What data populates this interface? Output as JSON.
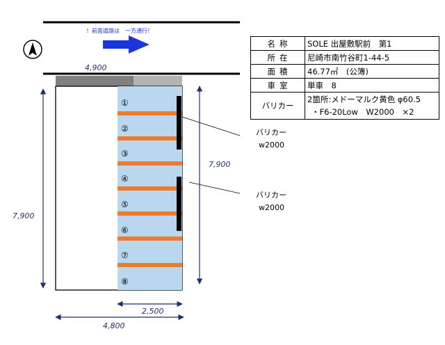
{
  "road": {
    "notice": "！前面道路は　一方通行！",
    "arrow_color": "#1a35d8"
  },
  "compass": {
    "symbol": "N-arrow"
  },
  "property_table": {
    "rows": [
      {
        "label": "名称",
        "value": "SOLE 出屋敷駅前　第1"
      },
      {
        "label": "所在",
        "value": "尼崎市南竹谷町1-44-5"
      },
      {
        "label": "面積",
        "value": "46.77㎡　(公簿)"
      },
      {
        "label": "車室",
        "value": "単車　8"
      }
    ],
    "barricade": {
      "label": "バリカー",
      "line1": "2箇所:メドーマルク黄色 φ60.5",
      "line2": "・F6-20Low　W2000　×2"
    }
  },
  "dimensions": {
    "top_width": "4,900",
    "left_height": "7,900",
    "right_height": "7,900",
    "stall_width": "2,500",
    "bottom_width": "4,800"
  },
  "stalls": [
    "①",
    "②",
    "③",
    "④",
    "⑤",
    "⑥",
    "⑦",
    "⑧"
  ],
  "callouts": [
    {
      "title": "バリカー",
      "width": "w2000"
    },
    {
      "title": "バリカー",
      "width": "w2000"
    }
  ],
  "colors": {
    "parking_area": "#b9d7ee",
    "stall_line": "#ee7b2f",
    "dimension_line": "#1f2f6b",
    "entrance_dark": "#808080",
    "entrance_light": "#b3b3b3",
    "barricade": "#000000"
  }
}
